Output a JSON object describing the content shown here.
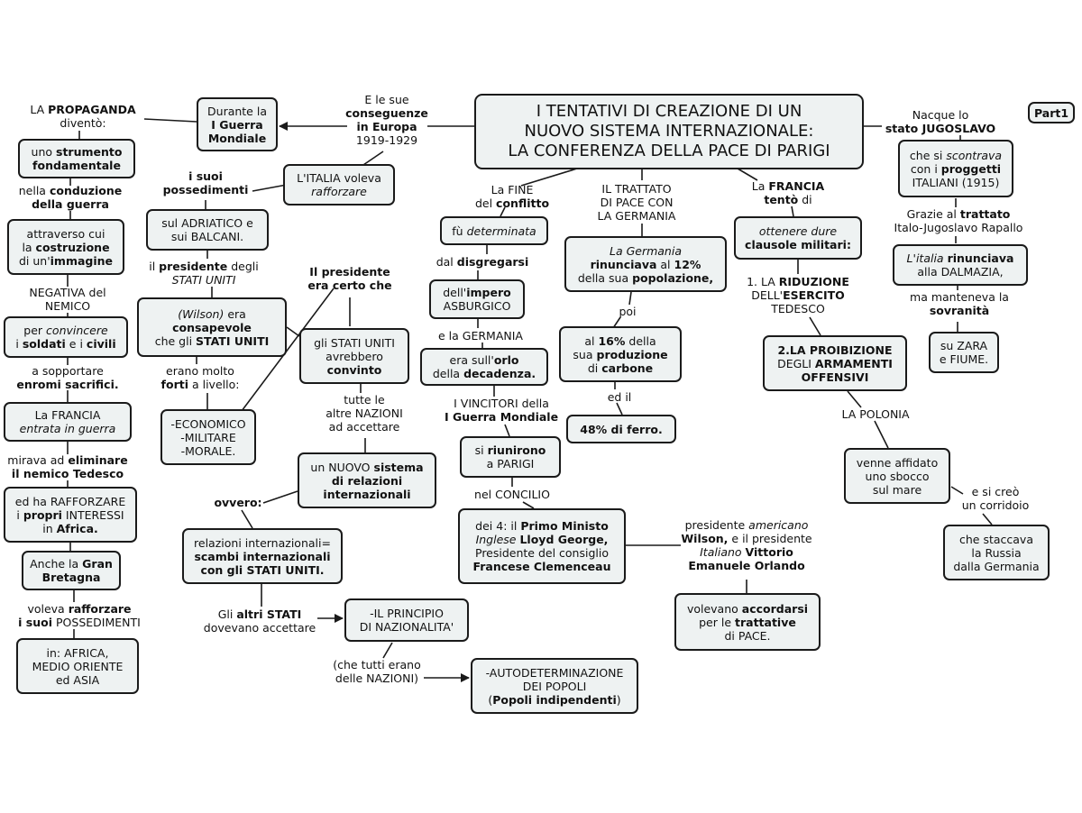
{
  "nodes": [
    {
      "id": "title",
      "kind": "box",
      "cls": "title",
      "lines": [
        "I TENTATIVI DI CREAZIONE DI UN",
        "NUOVO SISTEMA INTERNAZIONALE:",
        "LA CONFERENZA DELLA PACE DI PARIGI"
      ]
    },
    {
      "id": "part",
      "kind": "box",
      "cls": "part",
      "lines": [
        "Part1"
      ]
    },
    {
      "id": "e-le-sue",
      "kind": "lbl",
      "lines": [
        "E le sue",
        "**conseguenze**",
        "**in Europa**",
        "1919-1929"
      ]
    },
    {
      "id": "durante",
      "kind": "box",
      "lines": [
        "Durante la",
        "**I Guerra**",
        "**Mondiale**"
      ]
    },
    {
      "id": "propaganda",
      "kind": "lbl",
      "lines": [
        "LA **PROPAGANDA**",
        "diventò:"
      ]
    },
    {
      "id": "strumento",
      "kind": "box",
      "lines": [
        "uno **strumento**",
        "**fondamentale**"
      ]
    },
    {
      "id": "conduzione",
      "kind": "lbl",
      "lines": [
        "nella **conduzione**",
        "**della guerra**"
      ]
    },
    {
      "id": "costruzione",
      "kind": "box",
      "lines": [
        "attraverso cui",
        "la **costruzione**",
        "di un'**immagine**"
      ]
    },
    {
      "id": "negativa",
      "kind": "lbl",
      "lines": [
        "NEGATIVA del",
        "NEMICO"
      ]
    },
    {
      "id": "convincere",
      "kind": "box",
      "lines": [
        "per *convincere*",
        "i **soldati** e i **civili**"
      ]
    },
    {
      "id": "sopportare",
      "kind": "lbl",
      "lines": [
        "a sopportare",
        "**enromi sacrifici.**"
      ]
    },
    {
      "id": "francia-entrata",
      "kind": "box",
      "lines": [
        "La FRANCIA",
        "*entrata in  guerra*"
      ]
    },
    {
      "id": "mirava",
      "kind": "lbl",
      "lines": [
        "mirava ad **eliminare**",
        "**il nemico Tedesco**"
      ]
    },
    {
      "id": "rafforzare-interessi",
      "kind": "box",
      "lines": [
        "ed ha RAFFORZARE",
        "i **propri** INTERESSI",
        "in **Africa.**"
      ]
    },
    {
      "id": "gran-bretagna",
      "kind": "box",
      "lines": [
        "Anche la **Gran**",
        "**Bretagna**"
      ]
    },
    {
      "id": "voleva-rafforzare",
      "kind": "lbl",
      "lines": [
        "voleva **rafforzare**",
        "**i suoi** POSSEDIMENTI"
      ]
    },
    {
      "id": "africa-asia",
      "kind": "box",
      "lines": [
        "in: AFRICA,",
        "MEDIO ORIENTE",
        "ed ASIA"
      ]
    },
    {
      "id": "italia-voleva",
      "kind": "box",
      "lines": [
        "L'ITALIA voleva",
        "*rafforzare*"
      ]
    },
    {
      "id": "possedimenti",
      "kind": "lbl",
      "lines": [
        "**i suoi**",
        "**possedimenti**"
      ]
    },
    {
      "id": "adriatico",
      "kind": "box",
      "lines": [
        "sul ADRIATICO e",
        "sui BALCANI."
      ]
    },
    {
      "id": "presidente-usa",
      "kind": "lbl",
      "lines": [
        "il **presidente** degli",
        "*STATI UNITI*"
      ]
    },
    {
      "id": "wilson",
      "kind": "box",
      "lines": [
        "*(Wilson)*  era",
        "**consapevole**",
        "che gli **STATI UNITI**"
      ]
    },
    {
      "id": "erano-molto",
      "kind": "lbl",
      "lines": [
        "erano molto",
        "**forti** a livello:"
      ]
    },
    {
      "id": "economico",
      "kind": "box",
      "lines": [
        "-ECONOMICO",
        "-MILITARE",
        "-MORALE."
      ]
    },
    {
      "id": "presidente-certo",
      "kind": "lbl",
      "lines": [
        "**Il presidente**",
        "**era certo che**"
      ]
    },
    {
      "id": "usa-convinto",
      "kind": "box",
      "lines": [
        "gli STATI UNITI",
        "avrebbero",
        "**convinto**"
      ]
    },
    {
      "id": "tutte-nazioni",
      "kind": "lbl",
      "lines": [
        "tutte le",
        "altre NAZIONI",
        "ad accettare"
      ]
    },
    {
      "id": "nuovo-sistema",
      "kind": "box",
      "lines": [
        "un NUOVO **sistema**",
        "**di relazioni**",
        "**internazionali**"
      ]
    },
    {
      "id": "ovvero",
      "kind": "lbl",
      "lines": [
        "**ovvero:**"
      ]
    },
    {
      "id": "scambi",
      "kind": "box",
      "lines": [
        "relazioni internazionali=",
        "**scambi internazionali**",
        "**con gli STATI UNITI.**"
      ]
    },
    {
      "id": "altri-stati",
      "kind": "lbl",
      "lines": [
        "Gli **altri STATI**",
        "dovevano accettare"
      ]
    },
    {
      "id": "nazionalita",
      "kind": "box",
      "lines": [
        "-IL PRINCIPIO",
        "DI NAZIONALITA'"
      ]
    },
    {
      "id": "che-tutti",
      "kind": "lbl",
      "lines": [
        "(che tutti erano",
        "delle NAZIONI)"
      ]
    },
    {
      "id": "autodeterminazione",
      "kind": "box",
      "lines": [
        "-AUTODETERMINAZIONE",
        "DEI POPOLI",
        "(**Popoli indipendenti**)"
      ]
    },
    {
      "id": "la-fine",
      "kind": "lbl",
      "lines": [
        "La FINE",
        "del **conflitto**"
      ]
    },
    {
      "id": "determinata",
      "kind": "box",
      "lines": [
        "fù *determinata*"
      ]
    },
    {
      "id": "disgregarsi",
      "kind": "lbl",
      "lines": [
        "dal **disgregarsi**"
      ]
    },
    {
      "id": "impero",
      "kind": "box",
      "lines": [
        "dell'**impero**",
        "ASBURGICO"
      ]
    },
    {
      "id": "e-germania",
      "kind": "lbl",
      "lines": [
        "e la GERMANIA"
      ]
    },
    {
      "id": "decadenza",
      "kind": "box",
      "lines": [
        "era sull'**orlo**",
        "della **decadenza.**"
      ]
    },
    {
      "id": "vincitori",
      "kind": "lbl",
      "lines": [
        "I VINCITORI della",
        "**I Guerra Mondiale**"
      ]
    },
    {
      "id": "riunirono",
      "kind": "box",
      "lines": [
        "si **riunirono**",
        "a PARIGI"
      ]
    },
    {
      "id": "concilio",
      "kind": "lbl",
      "lines": [
        "nel CONCILIO"
      ]
    },
    {
      "id": "dei-4",
      "kind": "box",
      "lines": [
        "dei 4: il **Primo Ministo**",
        "*Inglese*  **Lloyd George,**",
        "Presidente del consiglio",
        "**Francese Clemenceau**"
      ]
    },
    {
      "id": "pres-americano",
      "kind": "lbl",
      "lines": [
        "presidente *americano*",
        "**Wilson,** e il presidente",
        "*Italiano*  **Vittorio**",
        "**Emanuele Orlando**"
      ]
    },
    {
      "id": "accordarsi",
      "kind": "box",
      "lines": [
        "volevano **accordarsi**",
        "per le **trattative**",
        "di PACE."
      ]
    },
    {
      "id": "trattato",
      "kind": "lbl",
      "lines": [
        "IL TRATTATO",
        "DI PACE CON",
        "LA GERMANIA"
      ]
    },
    {
      "id": "rinunciava12",
      "kind": "box",
      "lines": [
        "*La Germania*",
        "**rinunciava** al **12%**",
        "della sua **popolazione,**"
      ]
    },
    {
      "id": "poi",
      "kind": "lbl",
      "lines": [
        "poi"
      ]
    },
    {
      "id": "carbone",
      "kind": "box",
      "lines": [
        "al **16%** della",
        "sua **produzione**",
        "di **carbone**"
      ]
    },
    {
      "id": "ed-il",
      "kind": "lbl",
      "lines": [
        "ed il"
      ]
    },
    {
      "id": "ferro",
      "kind": "box",
      "lines": [
        "**48% di ferro.**"
      ]
    },
    {
      "id": "la-francia",
      "kind": "lbl",
      "lines": [
        "La **FRANCIA**",
        "**tentò** di"
      ]
    },
    {
      "id": "clausole",
      "kind": "box",
      "lines": [
        "*ottenere  dure*",
        "**clausole militari:**"
      ]
    },
    {
      "id": "riduzione",
      "kind": "lbl",
      "lines": [
        "1. LA **RIDUZIONE**",
        "DELL'**ESERCITO**",
        "TEDESCO"
      ]
    },
    {
      "id": "proibizione",
      "kind": "box",
      "lines": [
        "**2.LA PROIBIZIONE**",
        "DEGLI **ARMAMENTI**",
        "**OFFENSIVI**"
      ]
    },
    {
      "id": "polonia",
      "kind": "lbl",
      "lines": [
        "LA POLONIA"
      ]
    },
    {
      "id": "sbocco",
      "kind": "box",
      "lines": [
        "venne affidato",
        "uno sbocco",
        "sul mare"
      ]
    },
    {
      "id": "corridoio",
      "kind": "lbl",
      "lines": [
        "e si creò",
        "un corridoio"
      ]
    },
    {
      "id": "staccava",
      "kind": "box",
      "lines": [
        "che staccava",
        "la Russia",
        "dalla Germania"
      ]
    },
    {
      "id": "nacque",
      "kind": "lbl",
      "lines": [
        "Nacque lo",
        "**stato JUGOSLAVO**"
      ]
    },
    {
      "id": "scontrava",
      "kind": "box",
      "lines": [
        "che si *scontrava*",
        "con i **proggetti**",
        "ITALIANI (1915)"
      ]
    },
    {
      "id": "grazie",
      "kind": "lbl",
      "lines": [
        "Grazie al **trattato**",
        "Italo-Jugoslavo Rapallo"
      ]
    },
    {
      "id": "dalmazia",
      "kind": "box",
      "lines": [
        "*L'italia*  **rinunciava**",
        "alla DALMAZIA,"
      ]
    },
    {
      "id": "manteneva",
      "kind": "lbl",
      "lines": [
        "ma manteneva la",
        "**sovranità**"
      ]
    },
    {
      "id": "zara",
      "kind": "box",
      "lines": [
        "su ZARA",
        "e FIUME."
      ]
    }
  ]
}
